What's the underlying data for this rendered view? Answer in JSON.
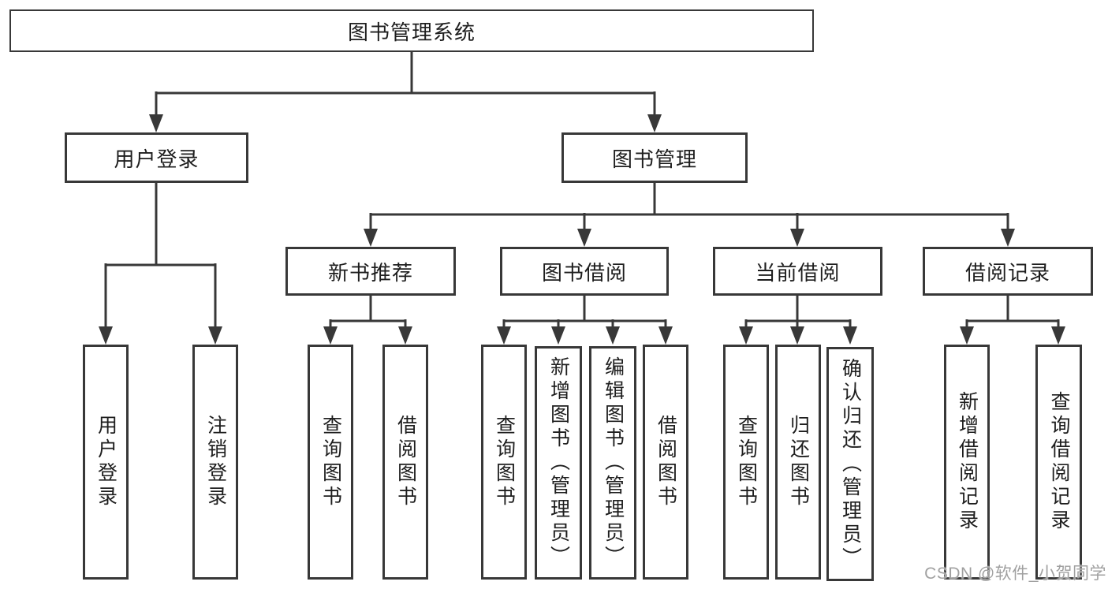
{
  "title": "图书管理系统",
  "level2": {
    "user_login": "用户登录",
    "book_management": "图书管理"
  },
  "level3": {
    "new_book_recommend": "新书推荐",
    "book_borrow": "图书借阅",
    "current_borrow": "当前借阅",
    "borrow_records": "借阅记录"
  },
  "leaves": {
    "user_login": "用户登录",
    "logout": "注销登录",
    "recommend_query_books": "查询图书",
    "recommend_borrow_books": "借阅图书",
    "borrow_query_books": "查询图书",
    "borrow_add_books_admin": "新增图书（管理员）",
    "borrow_edit_books_admin": "编辑图书（管理员）",
    "borrow_borrow_books": "借阅图书",
    "current_query_books": "查询图书",
    "current_return_books": "归还图书",
    "current_confirm_return_admin": "确认归还（管理员）",
    "records_add_record": "新增借阅记录",
    "records_query_record": "查询借阅记录"
  },
  "watermark": "CSDN @软件_小贺同学",
  "colors": {
    "line": "#383838",
    "text": "#1e1e1e",
    "watermark": "#989898",
    "background": "#ffffff"
  }
}
